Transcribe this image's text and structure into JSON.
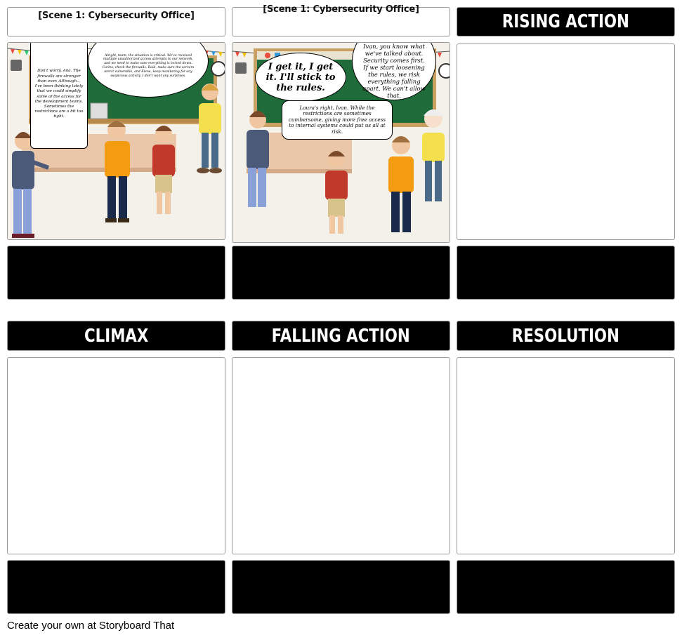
{
  "titles": {
    "scene1_a": "[Scene 1: Cybersecurity Office]",
    "scene1_b": "[Scene 1: Cybersecurity Office]",
    "rising_action": "RISING ACTION",
    "climax": "CLIMAX",
    "falling_action": "FALLING ACTION",
    "resolution": "RESOLUTION"
  },
  "panel1": {
    "bubble_left": "Don't worry, Ana. The firewalls are stronger than ever. Although... I've been thinking lately that we could simplify some of the access for the development teams. Sometimes the restrictions are a bit too tight.",
    "bubble_top": "Alright, team, the situation is critical. We've received multiple unauthorized access attempts to our network, and we need to make sure everything is locked down. Carlos, check the firewalls. Raúl, make sure the servers aren't vulnerable, and Elena, keep monitoring for any suspicious activity. I don't want any surprises."
  },
  "panel2": {
    "bubble_left": "I get it, I get it. I'll stick to the rules.",
    "bubble_right": "Ivan, you know what we've talked about. Security comes first. If we start loosening the rules, we risk everything falling apart. We can't allow that.",
    "bubble_center": "Laura's right, Ivan. While the restrictions are sometimes cumbersome, giving more free access to internal systems could put us all at risk."
  },
  "colors": {
    "board": "#1f6b3a",
    "wall": "#f4f1ea",
    "floor": "#e9c7a8",
    "orange_shirt": "#f39c12",
    "red_shirt": "#c0392b",
    "yellow_shirt": "#f4e04d",
    "blue_shirt": "#4a5a78"
  },
  "footer": "Create your own at Storyboard That"
}
